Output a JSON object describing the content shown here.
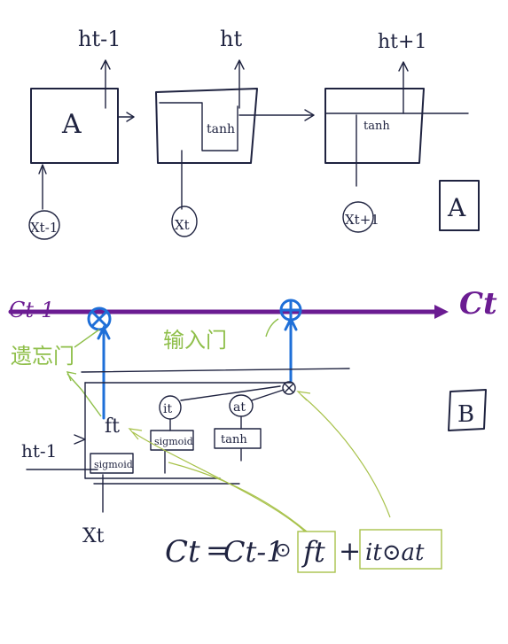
{
  "diagram_a": {
    "cells": [
      {
        "input": "Xt-1",
        "output": "ht-1",
        "inner": "A"
      },
      {
        "input": "Xt",
        "output": "ht",
        "inner": "tanh"
      },
      {
        "input": "Xt+1",
        "output": "ht+1",
        "inner": "tanh"
      }
    ],
    "tag": "A"
  },
  "diagram_b": {
    "cell_state_in": "Ct-1",
    "cell_state_out": "Ct",
    "forget_gate_label": "遗忘门",
    "input_gate_label": "输入门",
    "ft": "ft",
    "it": "it",
    "at": "at",
    "h_prev": "ht-1",
    "x_t": "Xt",
    "gate_boxes": [
      "sigmoid",
      "sigmoid",
      "tanh"
    ],
    "tag": "B",
    "formula": {
      "lhs": "Ct",
      "eq": "=",
      "term1_state": "Ct-1",
      "op1": "⊙",
      "term1_gate": "ft",
      "plus": "+",
      "term2": "it⊙at"
    }
  },
  "colors": {
    "ink": "#1f2340",
    "cell_state": "#6b1c92",
    "gate_flow": "#1e6fd8",
    "annotation": "#8fbf4a",
    "highlight": "#a8c24b"
  }
}
